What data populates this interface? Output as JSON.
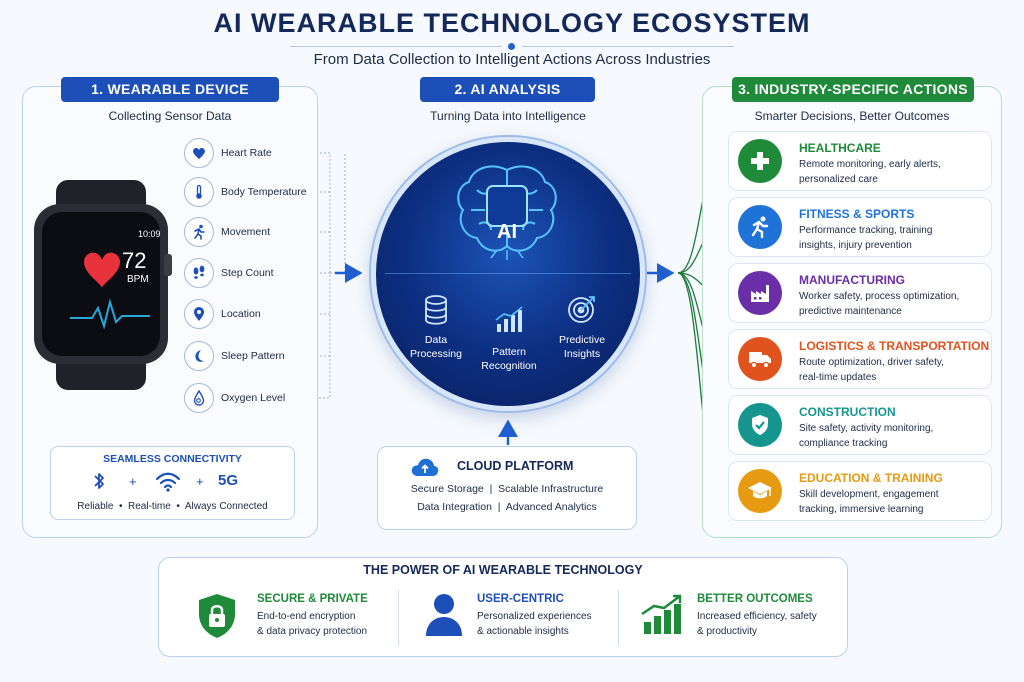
{
  "header": {
    "title": "AI WEARABLE TECHNOLOGY ECOSYSTEM",
    "subtitle": "From Data Collection to Intelligent Actions Across Industries"
  },
  "wearable": {
    "heading": "1. WEARABLE DEVICE",
    "subheading": "Collecting Sensor Data",
    "watch": {
      "time": "10:09",
      "bpm": "72",
      "unit": "BPM"
    },
    "sensors": [
      {
        "label": "Heart Rate",
        "icon": "heart-icon"
      },
      {
        "label": "Body Temperature",
        "icon": "thermometer-icon"
      },
      {
        "label": "Movement",
        "icon": "running-person-icon"
      },
      {
        "label": "Step Count",
        "icon": "footprints-icon"
      },
      {
        "label": "Location",
        "icon": "location-pin-icon"
      },
      {
        "label": "Sleep Pattern",
        "icon": "moon-icon"
      },
      {
        "label": "Oxygen Level",
        "icon": "oxygen-drop-icon"
      }
    ],
    "connectivity": {
      "title": "SEAMLESS CONNECTIVITY",
      "plus": "+",
      "network": "5G",
      "features": "Reliable  •  Real-time  •  Always Connected"
    }
  },
  "analysis": {
    "heading": "2. AI ANALYSIS",
    "subheading": "Turning Data into Intelligence",
    "core_label": "AI",
    "steps": [
      {
        "line1": "Data",
        "line2": "Processing",
        "icon": "database-icon"
      },
      {
        "line1": "Pattern",
        "line2": "Recognition",
        "icon": "bar-chart-icon"
      },
      {
        "line1": "Predictive",
        "line2": "Insights",
        "icon": "target-icon"
      }
    ],
    "cloud": {
      "title": "CLOUD PLATFORM",
      "line1": "Secure Storage  |  Scalable Infrastructure",
      "line2": "Data Integration  |  Advanced Analytics"
    }
  },
  "industries": {
    "heading": "3. INDUSTRY-SPECIFIC ACTIONS",
    "subheading": "Smarter Decisions, Better Outcomes",
    "items": [
      {
        "title": "HEALTHCARE",
        "line1": "Remote monitoring, early alerts,",
        "line2": "personalized care",
        "color": "#1e8a3a",
        "icon": "medical-cross-icon"
      },
      {
        "title": "FITNESS & SPORTS",
        "line1": "Performance tracking, training",
        "line2": "insights, injury prevention",
        "color": "#1f73d6",
        "icon": "runner-icon"
      },
      {
        "title": "MANUFACTURING",
        "line1": "Worker safety, process optimization,",
        "line2": "predictive maintenance",
        "color": "#6a2fa8",
        "icon": "factory-icon"
      },
      {
        "title": "LOGISTICS & TRANSPORTATION",
        "line1": "Route optimization, driver safety,",
        "line2": "real-time updates",
        "color": "#e0531f",
        "icon": "truck-icon"
      },
      {
        "title": "CONSTRUCTION",
        "line1": "Site safety, activity monitoring,",
        "line2": "compliance tracking",
        "color": "#15958e",
        "icon": "shield-check-icon"
      },
      {
        "title": "EDUCATION & TRAINING",
        "line1": "Skill development, engagement",
        "line2": "tracking, immersive learning",
        "color": "#e69a12",
        "icon": "graduation-cap-icon"
      }
    ]
  },
  "power": {
    "title": "THE POWER OF AI WEARABLE TECHNOLOGY",
    "items": [
      {
        "title": "SECURE & PRIVATE",
        "line1": "End-to-end encryption",
        "line2": "& data privacy protection",
        "color": "#1e8a3a",
        "icon": "lock-shield-icon"
      },
      {
        "title": "USER-CENTRIC",
        "line1": "Personalized experiences",
        "line2": "& actionable insights",
        "color": "#1d4fb8",
        "icon": "user-icon"
      },
      {
        "title": "BETTER OUTCOMES",
        "line1": "Increased efficiency, safety",
        "line2": "& productivity",
        "color": "#1e8a3a",
        "icon": "growth-chart-icon"
      }
    ]
  }
}
